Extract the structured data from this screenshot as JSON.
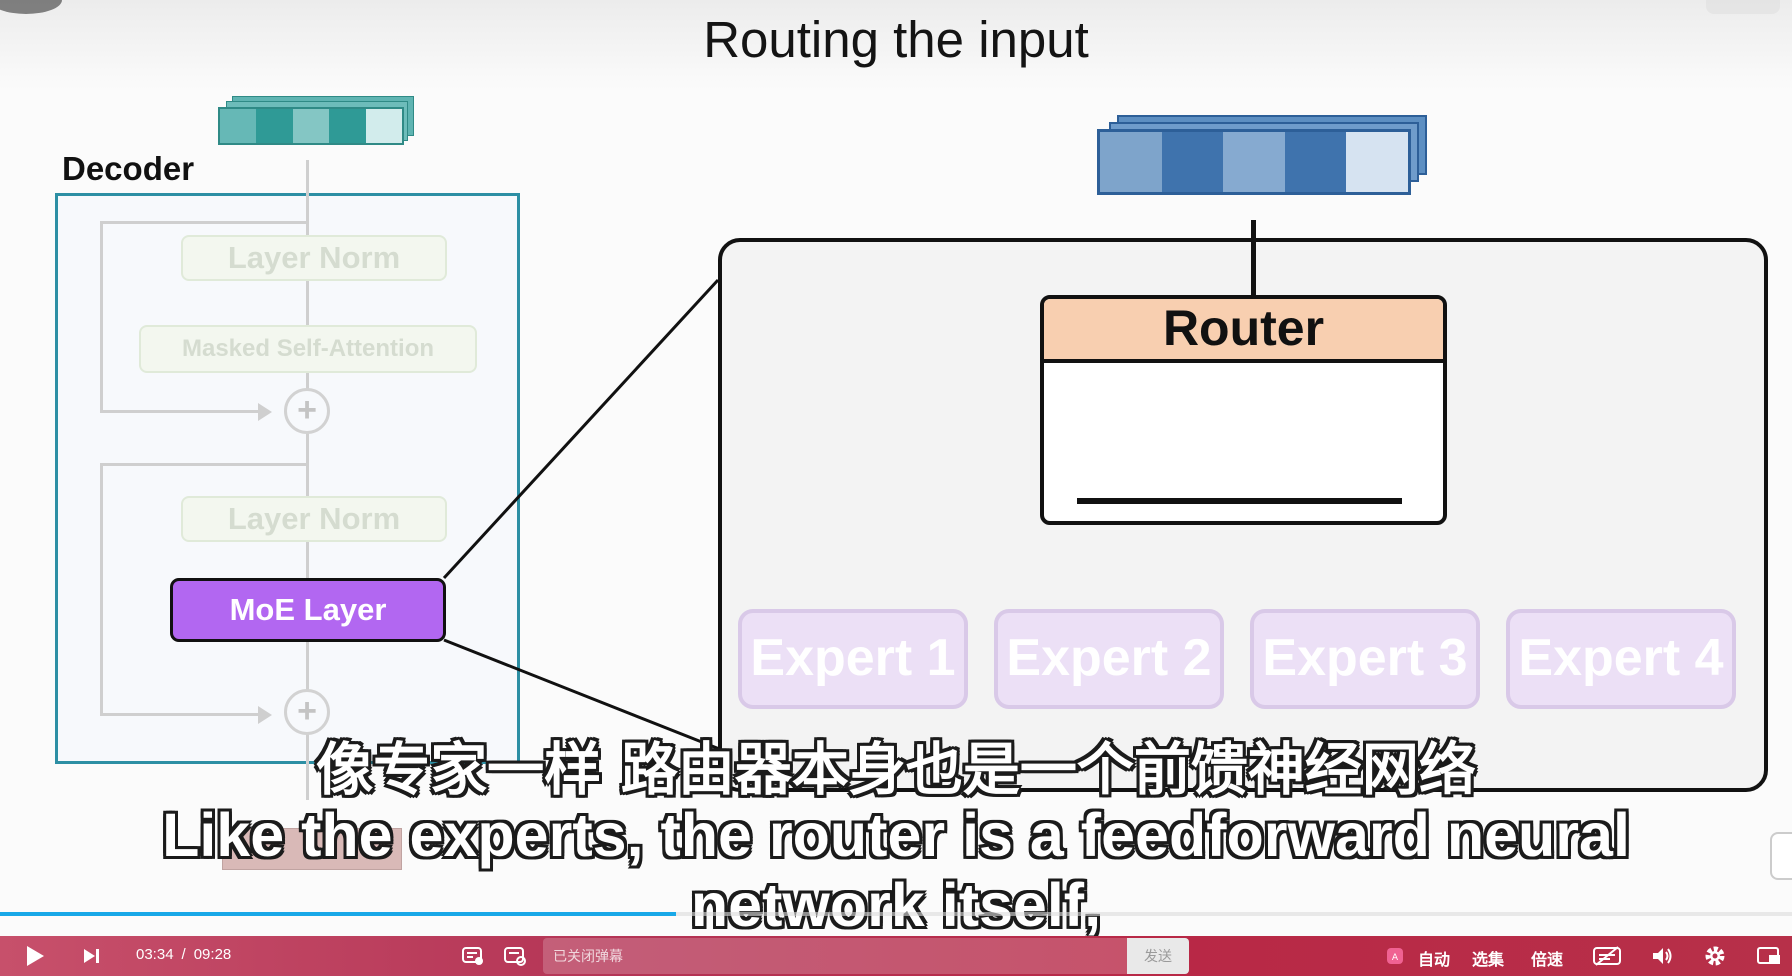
{
  "slide": {
    "title": "Routing the input",
    "decoder_label": "Decoder",
    "layer_norm_1": "Layer Norm",
    "masked_attention": "Masked Self-Attention",
    "layer_norm_2": "Layer Norm",
    "moe_layer": "MoE Layer",
    "router": "Router",
    "experts": [
      "Expert 1",
      "Expert 2",
      "Expert 3",
      "Expert 4"
    ],
    "plus_symbol": "+",
    "colors": {
      "decoder_border": "#2d8fa4",
      "moe": "#b267f1",
      "router_header": "#f8cfb0",
      "expert_fill": "#ece0f6",
      "teal_tokens": [
        "#66b8b6",
        "#2f9a96",
        "#84c6c4",
        "#2f9a96",
        "#d2ecec"
      ],
      "blue_tokens": [
        "#7ea4cb",
        "#3f73ad",
        "#86aad0",
        "#3f73ad",
        "#d6e3f1"
      ]
    }
  },
  "subtitles": {
    "chinese": "像专家一样 路由器本身也是一个前馈神经网络",
    "english": "Like the experts, the router is a feedforward neural network itself,"
  },
  "player": {
    "current_time": "03:34",
    "separator": "/",
    "total_time": "09:28",
    "progress": 0.377,
    "danmaku_placeholder": "已关闭弹幕",
    "send_label": "发送",
    "auto_label": "自动",
    "episodes_label": "选集",
    "speed_label": "倍速",
    "accent": "#18a8e8",
    "icons": [
      "play-icon",
      "next-icon",
      "danmaku-toggle-icon",
      "danmaku-settings-icon",
      "ai-badge-icon",
      "subtitle-icon",
      "volume-icon",
      "gear-icon",
      "fullscreen-icon"
    ]
  }
}
